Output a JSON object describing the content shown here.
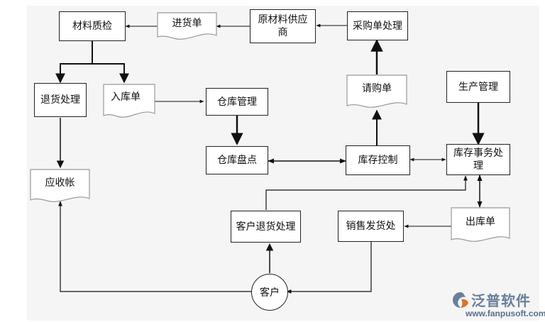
{
  "nodes": {
    "material_qc": "材料质检",
    "supplier": "原材料供应商",
    "purchase_order": "采购单处理",
    "return_processing": "退货处理",
    "warehouse_mgmt": "仓库管理",
    "production_mgmt": "生产管理",
    "stock_check": "仓库盘点",
    "inventory_control": "库存控制",
    "inventory_affairs": "库存事务处理",
    "customer_return": "客户退货处理",
    "sales_shipping": "销售发货处"
  },
  "documents": {
    "goods_receipt": "进货单",
    "inbound_slip": "入库单",
    "purchase_request": "请购单",
    "receivables": "应收帐",
    "outbound_slip": "出库单"
  },
  "customer": "客户",
  "brand": {
    "name": "泛普软件",
    "url": "www.fanpusoft.com",
    "color": "#6a7f9b"
  }
}
